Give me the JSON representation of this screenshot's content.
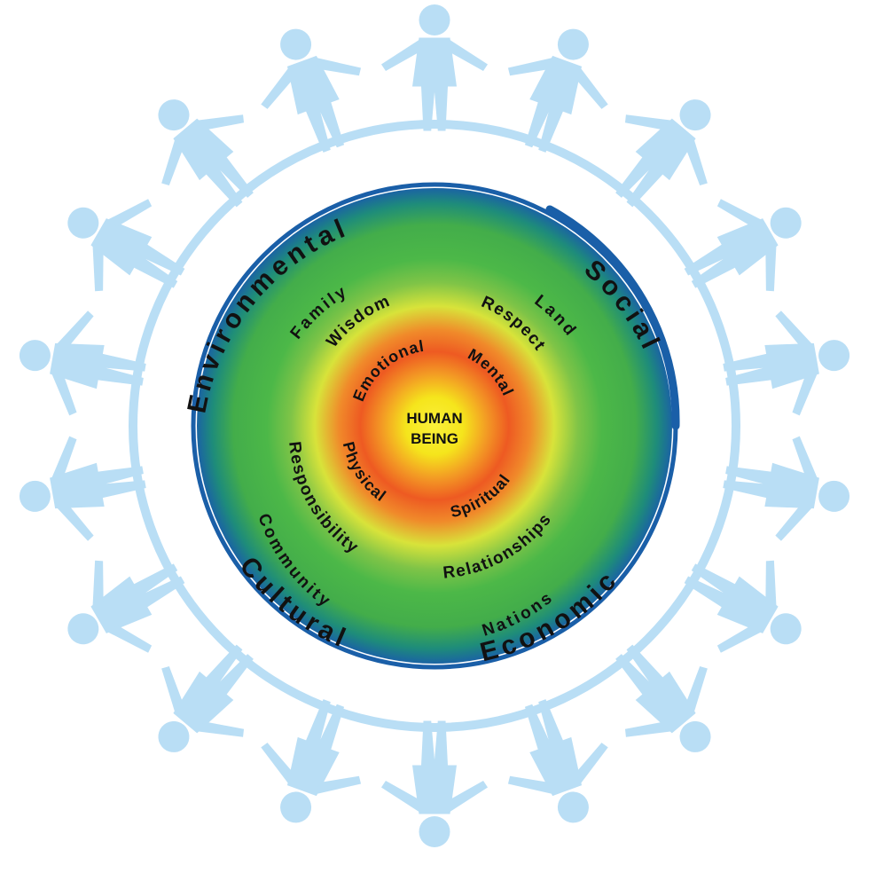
{
  "center": {
    "line1": "HUMAN",
    "line2": "BEING"
  },
  "inner_ring": [
    "Emotional",
    "Mental",
    "Spiritual",
    "Physical"
  ],
  "values_ring": [
    "Wisdom",
    "Respect",
    "Relationships",
    "Responsibility"
  ],
  "community_ring": [
    "Family",
    "Land",
    "Nations",
    "Community"
  ],
  "outer_ring": [
    "Environmental",
    "Social",
    "Economic",
    "Cultural"
  ],
  "colors": {
    "center": "#f5e51c",
    "orange": "#f06a22",
    "yellow_green": "#cfe03a",
    "green": "#4cb848",
    "teal": "#1a8a8a",
    "blue_edge": "#1a5fa8",
    "people": "#b9def5"
  },
  "decor": {
    "people_figures": "ring of people holding hands"
  }
}
